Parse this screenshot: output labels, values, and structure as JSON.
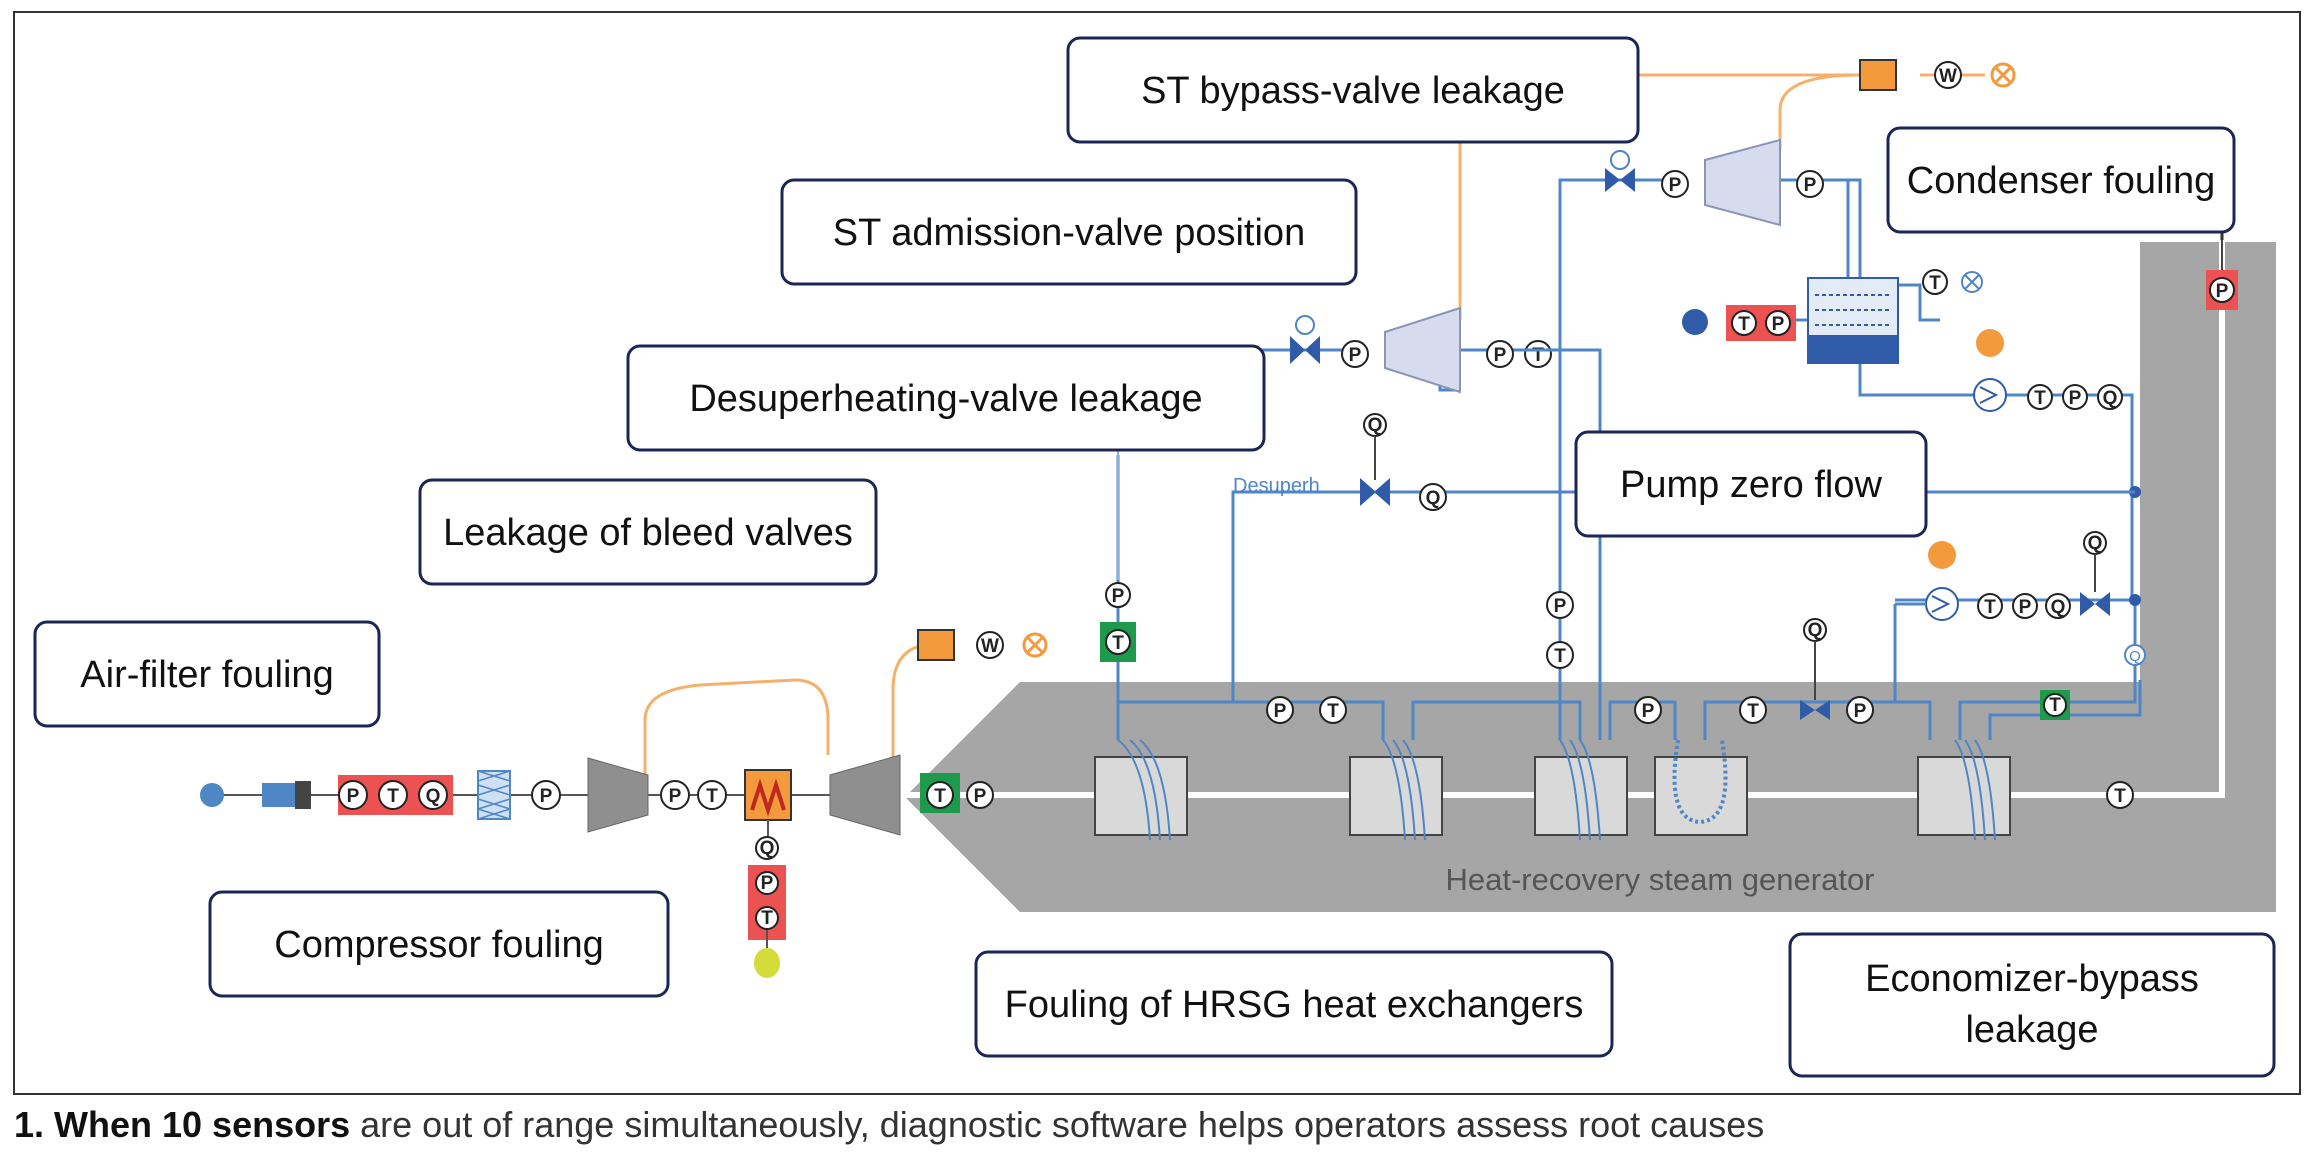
{
  "labels": {
    "st_bypass": "ST bypass-valve leakage",
    "condenser": "Condenser fouling",
    "st_admission": "ST admission-valve position",
    "desuperheating": "Desuperheating-valve leakage",
    "pump": "Pump zero flow",
    "bleed": "Leakage of bleed valves",
    "air_filter": "Air-filter fouling",
    "compressor": "Compressor fouling",
    "hrsg_hx": "Fouling of HRSG heat exchangers",
    "economizer_l1": "Economizer-bypass",
    "economizer_l2": "leakage"
  },
  "diagram_text": {
    "hrsg": "Heat-recovery steam generator",
    "desuperh": "Desuperh"
  },
  "sensor_letters": {
    "P": "P",
    "T": "T",
    "Q": "Q",
    "W": "W"
  },
  "caption": {
    "bold": "1. When 10 sensors",
    "rest": " are out of range simultaneously, diagnostic software helps operators assess root causes"
  },
  "colors": {
    "line": "#4f86c6",
    "hrsg": "#a6a6a6",
    "orange": "#f39a3c",
    "alarm": "#ec5252",
    "green": "#1e9a4c",
    "label_border": "#1c2656"
  }
}
